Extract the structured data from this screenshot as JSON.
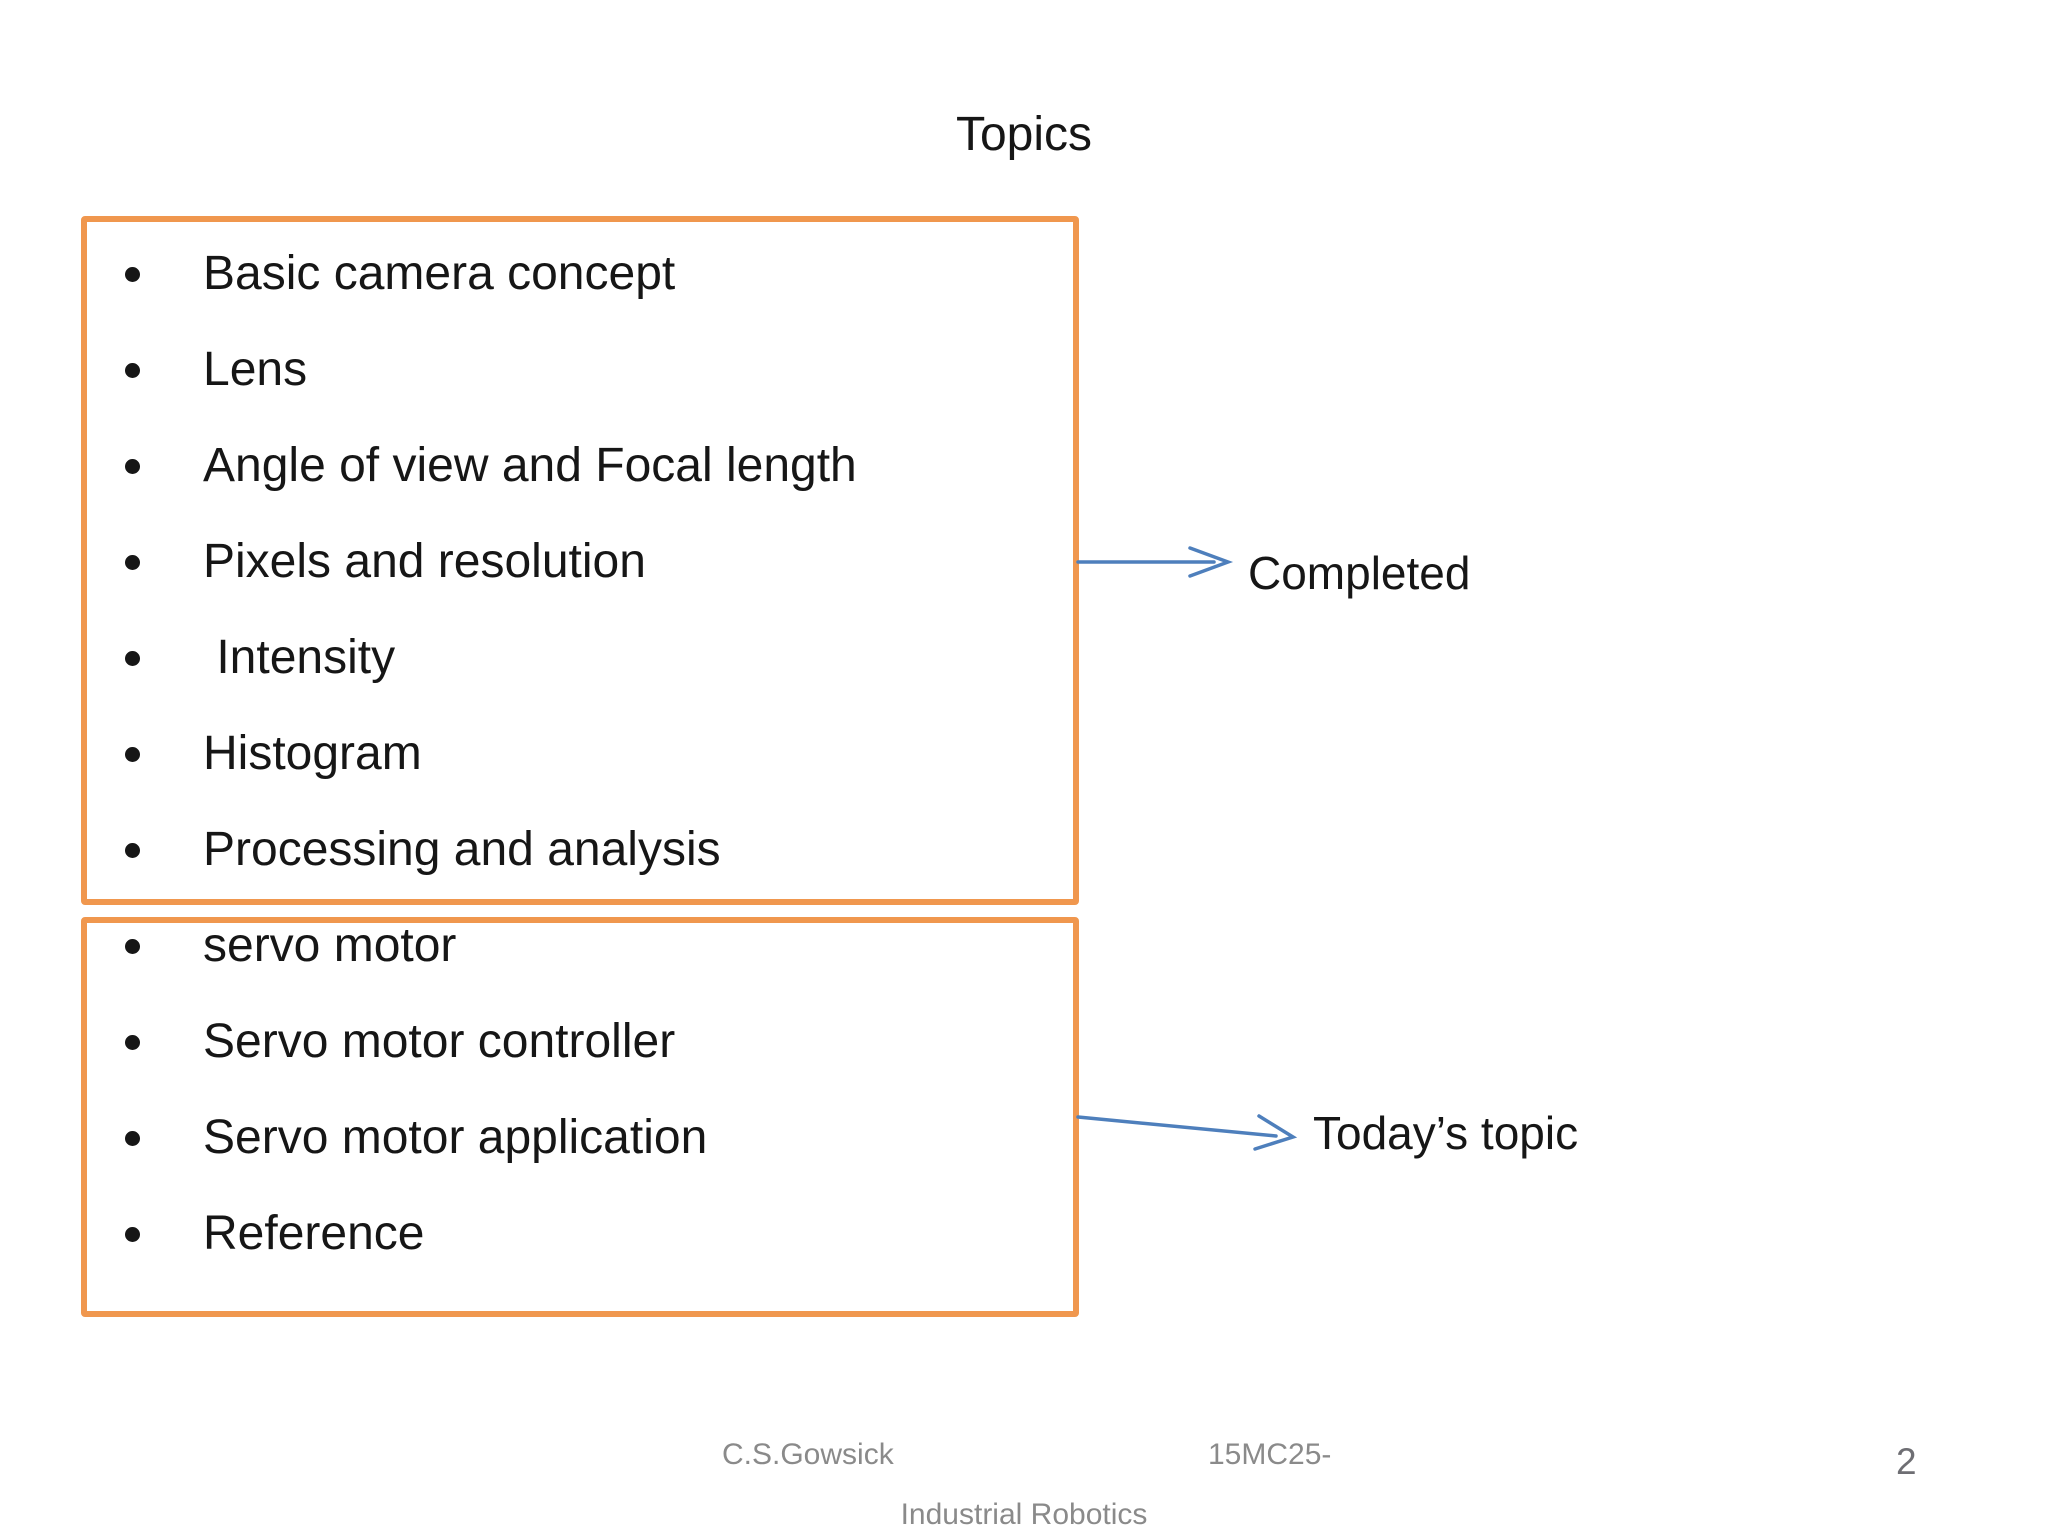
{
  "slide": {
    "title": "Topics",
    "topics": {
      "completed": [
        "Basic camera concept",
        "Lens",
        "Angle of view and Focal length",
        "Pixels and resolution",
        " Intensity",
        "Histogram",
        "Processing and analysis"
      ],
      "today": [
        "servo motor",
        "Servo motor controller",
        "Servo motor application",
        "Reference"
      ]
    },
    "annotations": {
      "completed_label": "Completed",
      "today_label": "Today’s topic"
    },
    "footer": {
      "author": "C.S.Gowsick",
      "course_code": "15MC25-",
      "course_name": "Industrial Robotics",
      "page_number": "2"
    },
    "colors": {
      "box_border": "#F0974E",
      "arrow": "#4E7FBC",
      "text": "#161616",
      "footer_text": "#8A8A8A",
      "page_number_text": "#6E6E73",
      "background": "#FFFFFF"
    }
  }
}
